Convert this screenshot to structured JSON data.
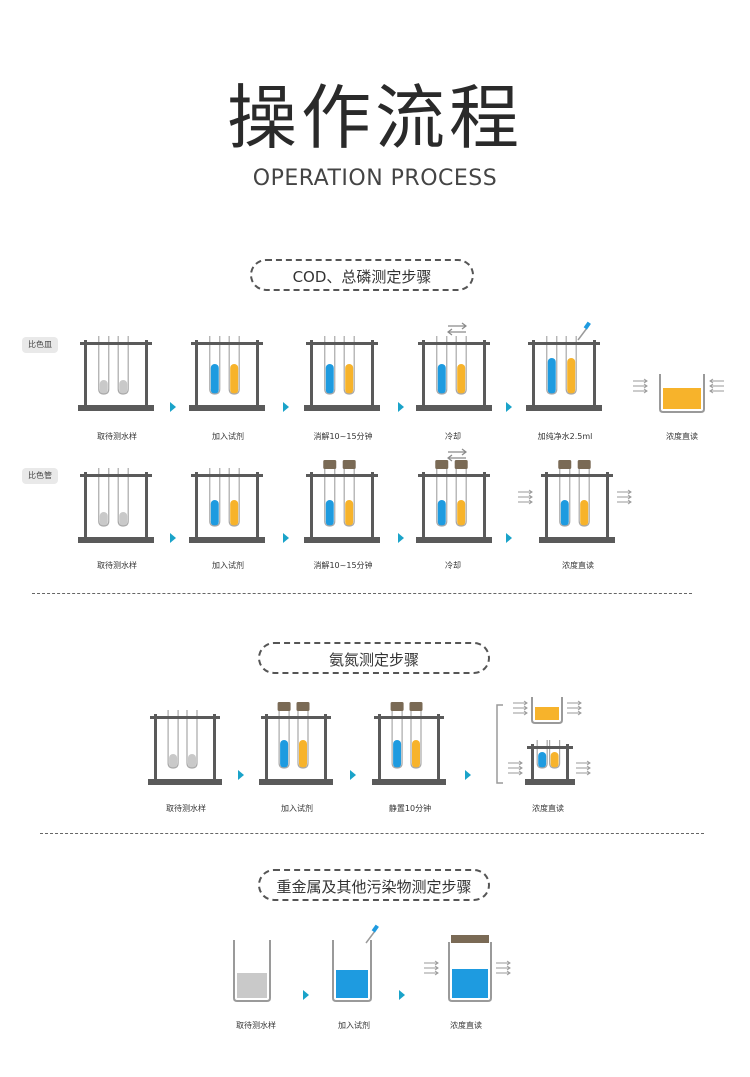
{
  "header": {
    "title": "操作流程",
    "subtitle": "OPERATION PROCESS"
  },
  "colors": {
    "blue": "#1e9be0",
    "orange": "#f7b32b",
    "gray_liquid": "#c9c9c9",
    "rack": "#5a5a5a",
    "arrow": "#1aa3c9",
    "cap": "#7a6a55"
  },
  "section_cod": {
    "title": "COD、总磷测定步骤",
    "row_dish": {
      "tag": "比色皿",
      "steps": [
        "取待测水样",
        "加入试剂",
        "消解10~15分钟",
        "冷却",
        "加纯净水2.5ml",
        "浓度直读"
      ]
    },
    "row_tube": {
      "tag": "比色管",
      "steps": [
        "取待测水样",
        "加入试剂",
        "消解10~15分钟",
        "冷却",
        "浓度直读"
      ]
    }
  },
  "section_ammonia": {
    "title": "氨氮测定步骤",
    "steps": [
      "取待测水样",
      "加入试剂",
      "静置10分钟",
      "浓度直读"
    ]
  },
  "section_metal": {
    "title": "重金属及其他污染物测定步骤",
    "steps": [
      "取待测水样",
      "加入试剂",
      "浓度直读"
    ]
  }
}
